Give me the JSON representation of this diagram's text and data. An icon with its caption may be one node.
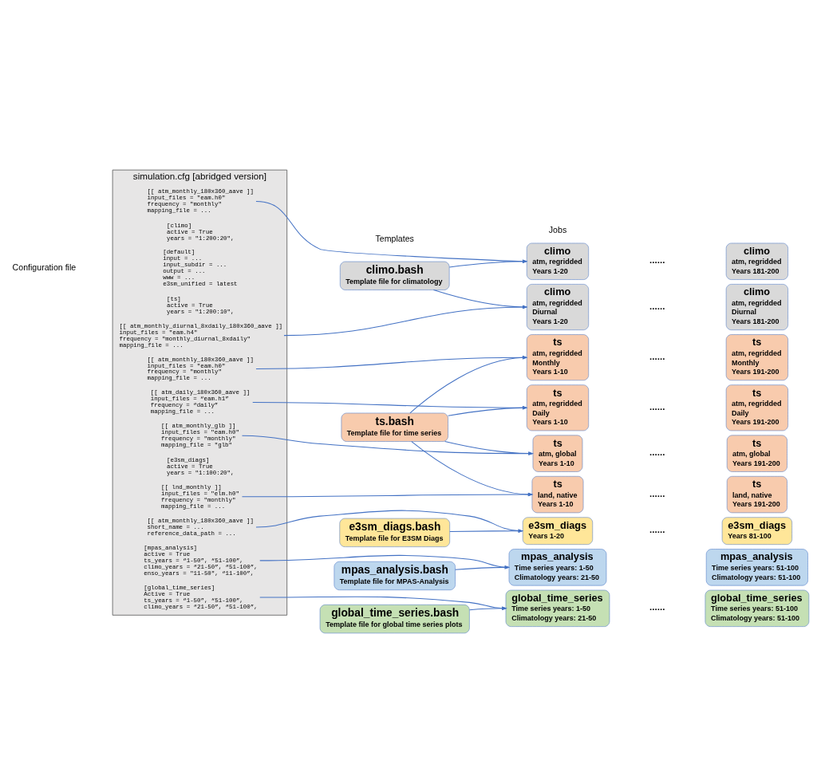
{
  "diagram": {
    "nodes": [
      {
        "text": [
          "simulation.cfg [abridged version]"
        ]
      },
      {
        "text": [
          "[default]",
          "input = ...",
          "input_subdir = ...",
          "output = ...",
          "www = ...",
          "e3sm_unified = latest"
        ],
        "in": 0
      },
      {
        "text": [
          "[climo]",
          "active = True",
          "years = \"1:200:20\","
        ],
        "in": 0
      },
      {
        "text": [
          "[[ atm_monthly_180x360_aave ]]",
          "input_files = \"eam.h0\"",
          "frequency = \"monthly\"",
          "mapping_file = ..."
        ],
        "in": 0
      },
      {
        "text": [
          "[[ atm_monthly_diurnal_8xdaily_180x360_aave ]]",
          "input_files = \"eam.h4\"",
          "frequency = \"monthly_diurnal_8xdaily\"",
          "mapping_file = ..."
        ],
        "in": 0
      },
      {
        "text": [
          "[ts]",
          "active = True",
          "years = \"1:200:10\","
        ],
        "in": 0
      },
      {
        "text": [
          "[[ atm_monthly_180x360_aave ]]",
          "input_files = \"eam.h0\"",
          "frequency = \"monthly\"",
          "mapping_file = ..."
        ],
        "in": 0
      },
      {
        "text": [
          "[[ atm_daily_180x360_aave ]]",
          "input_files = “eam.h1”",
          "frequency = “daily”",
          "mapping_file = ..."
        ],
        "in": 0
      },
      {
        "text": [
          "[[ atm_monthly_glb ]]",
          "input_files = \"eam.h0\"",
          "frequency = \"monthly\"",
          "mapping_file = \"glb\""
        ],
        "in": 0
      },
      {
        "text": [
          "[[ lnd_monthly ]]",
          "input_files = \"elm.h0\"",
          "frequency = \"monthly\"",
          "mapping_file = ..."
        ],
        "in": 0
      },
      {
        "text": [
          "[e3sm_diags]",
          "active = True",
          "years = \"1:100:20\","
        ],
        "in": 0
      },
      {
        "text": [
          "[[ atm_monthly_180x360_aave ]]",
          "short_name = ...",
          "reference_data_path = ..."
        ],
        "in": 0
      },
      {
        "text": [
          "[mpas_analysis]",
          "active = True",
          "ts_years = “1-50”, “51-100”,",
          "climo_years = “21-50”, “51-100”,",
          "enso_years = \"11-50\", “11-100”,"
        ],
        "in": 0
      },
      {
        "text": [
          "[global_time_series]",
          "Active = True",
          "ts_years = “1-50”, “51-100”,",
          "climo_years = “21-50”, “51-100”,"
        ],
        "in": 0
      },
      {
        "text": [
          "climo.bash",
          "Template file for climatology"
        ]
      },
      {
        "text": [
          "climo",
          "atm, regridded",
          "Years 1-20"
        ]
      },
      {
        "text": [
          "climo",
          "atm, regridded",
          "Years 181-200"
        ]
      },
      {
        "text": [
          "climo",
          "atm, regridded",
          "Diurnal",
          "Years 1-20"
        ]
      },
      {
        "text": [
          "climo",
          "atm, regridded",
          "Diurnal",
          "Years 181-200"
        ]
      },
      {
        "text": [
          "ts.bash",
          "Template file for time series"
        ]
      },
      {
        "text": [
          "ts",
          "atm, regridded",
          "Monthly",
          "Years 1-10"
        ]
      },
      {
        "text": [
          "ts",
          "atm, regridded",
          "Monthly",
          "Years 191-200"
        ]
      },
      {
        "text": [
          "ts",
          "atm, regridded",
          "Daily",
          "Years 1-10"
        ]
      },
      {
        "text": [
          "ts",
          "atm, regridded",
          "Daily",
          "Years 191-200"
        ]
      },
      {
        "text": [
          "ts",
          "atm, global",
          "Years 1-10"
        ]
      },
      {
        "text": [
          "ts",
          "atm, global",
          "Years 191-200"
        ]
      },
      {
        "text": [
          "ts",
          "land, native",
          "Years 1-10"
        ]
      },
      {
        "text": [
          "ts",
          "land, native",
          "Years 191-200"
        ]
      },
      {
        "text": [
          "e3sm_diags.bash",
          "Template file for E3SM Diags"
        ]
      },
      {
        "text": [
          "e3sm_diags",
          "Years 1-20"
        ]
      },
      {
        "text": [
          "e3sm_diags",
          "Years 81-100"
        ]
      },
      {
        "text": [
          "mpas_analysis.bash",
          "Template file for MPAS-Analysis"
        ]
      },
      {
        "text": [
          "mpas_analysis",
          "Time series years: 1-50",
          "Climatology years: 21-50"
        ]
      },
      {
        "text": [
          "mpas_analysis",
          "Time series years: 51-100",
          "Climatology years: 51-100"
        ]
      },
      {
        "text": [
          "global_time_series.bash",
          "Template file for global time series plots"
        ]
      },
      {
        "text": [
          "global_time_series",
          "Time series years: 1-50",
          "Climatology years: 21-50"
        ]
      },
      {
        "text": [
          "global_time_series",
          "Time series years: 51-100",
          "Climatology years: 51-100"
        ]
      }
    ],
    "edges": [
      {
        "from": 14,
        "to": 15,
        "arrow": "to"
      },
      {
        "from": 14,
        "to": 17,
        "arrow": "to"
      },
      {
        "from": 3,
        "to": 15,
        "arrow": "to"
      },
      {
        "from": 4,
        "to": 17,
        "arrow": "to"
      },
      {
        "from": 19,
        "to": 20,
        "arrow": "to"
      },
      {
        "from": 6,
        "to": 20,
        "arrow": "to"
      },
      {
        "from": 19,
        "to": 22,
        "arrow": "to"
      },
      {
        "from": 19,
        "to": 24,
        "arrow": "to"
      },
      {
        "from": 19,
        "to": 26,
        "arrow": "to"
      },
      {
        "from": 7,
        "to": 22,
        "arrow": "to"
      },
      {
        "from": 8,
        "to": 24,
        "arrow": "to"
      },
      {
        "from": 9,
        "to": 26,
        "arrow": "to"
      },
      {
        "from": 28,
        "to": 29,
        "arrow": "to"
      },
      {
        "from": 11,
        "to": 29,
        "arrow": "to"
      },
      {
        "from": 31,
        "to": 32,
        "arrow": "to"
      },
      {
        "from": 12,
        "to": 32,
        "arrow": "to"
      },
      {
        "from": 34,
        "to": 35,
        "arrow": "to"
      },
      {
        "from": 13,
        "to": 35,
        "arrow": "to"
      }
    ],
    "labels": [
      "Configuration file",
      "Templates",
      "Jobs",
      "......",
      "......",
      "......",
      "......",
      "......",
      "......",
      "......",
      "......"
    ]
  }
}
